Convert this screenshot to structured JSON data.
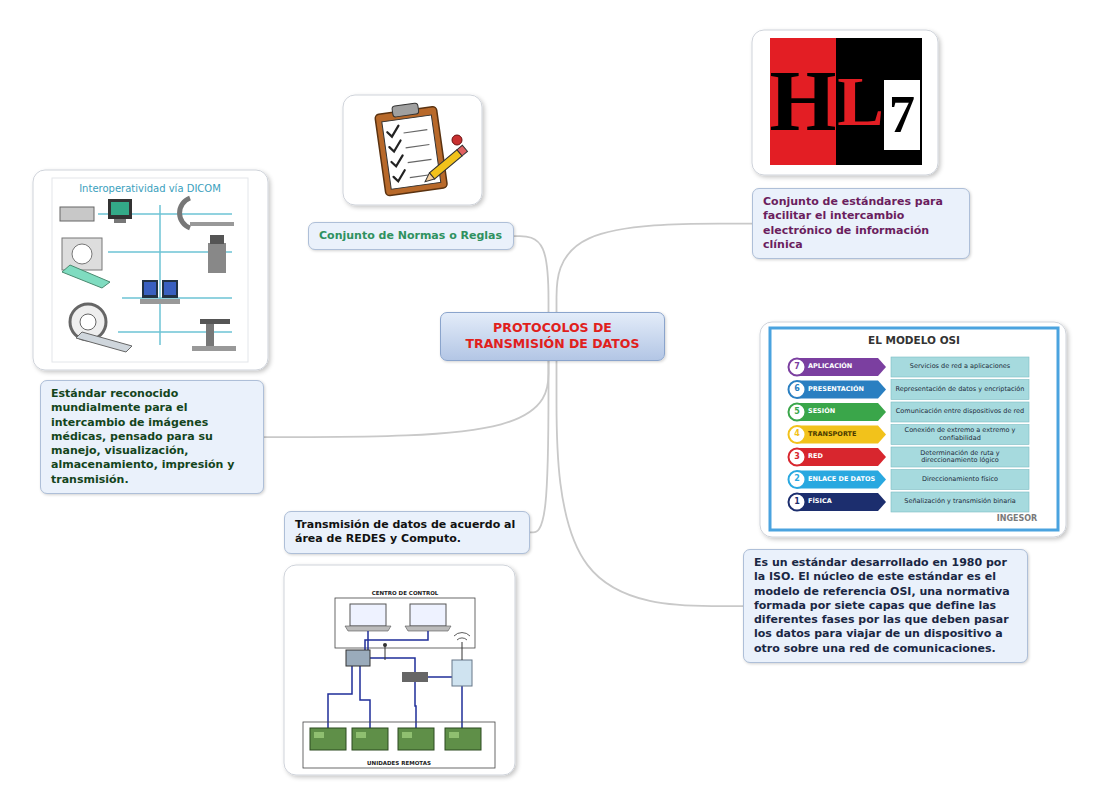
{
  "diagram": {
    "nodes": [
      {
        "text": [
          "PROTOCOLOS DE TRANSMISIÓN DE DATOS"
        ]
      },
      {
        "text": [
          "Conjunto de Normas o Reglas"
        ]
      },
      {
        "text": [
          "Conjunto de estándares para facilitar el intercambio electrónico de información clínica"
        ]
      },
      {
        "text": [
          "Estándar reconocido mundialmente para el intercambio de imágenes médicas, pensado para su manejo, visualización, almacenamiento, impresión y transmisión."
        ]
      },
      {
        "text": [
          "Transmisión de datos de acuerdo al área de REDES y Computo."
        ]
      },
      {
        "text": [
          "Es un estándar desarrollado en 1980 por la ISO. El núcleo de este estándar es el modelo de referencia OSI, una normativa formada por siete capas que define las diferentes fases por las que deben pasar los datos para viajar de un dispositivo a otro sobre una red de comunicaciones."
        ]
      }
    ],
    "edges": [
      {
        "from": 0,
        "to": 1,
        "arrow": "none"
      },
      {
        "from": 0,
        "to": 2,
        "arrow": "none"
      },
      {
        "from": 0,
        "to": 3,
        "arrow": "none"
      },
      {
        "from": 0,
        "to": 4,
        "arrow": "none"
      },
      {
        "from": 0,
        "to": 5,
        "arrow": "none"
      }
    ],
    "labels": [
      "H",
      "L",
      "7",
      "Interoperatividad vía DICOM",
      "EL MODELO OSI",
      "7",
      "APLICACIÓN",
      "Servicios de red a aplicaciones",
      "6",
      "PRESENTACIÓN",
      "Representación de datos y encriptación",
      "5",
      "SESIÓN",
      "Comunicación entre dispositivos de red",
      "4",
      "TRANSPORTE",
      "Conexión de extremo a extremo y confiabilidad",
      "3",
      "RED",
      "Determinación de ruta y direccionamiento lógico",
      "2",
      "ENLACE DE DATOS",
      "Direccionamiento físico",
      "1",
      "FÍSICA",
      "Señalización y transmisión binaria",
      "INGESOR",
      "CENTRO DE CONTROL",
      "UNIDADES REMOTAS"
    ]
  }
}
